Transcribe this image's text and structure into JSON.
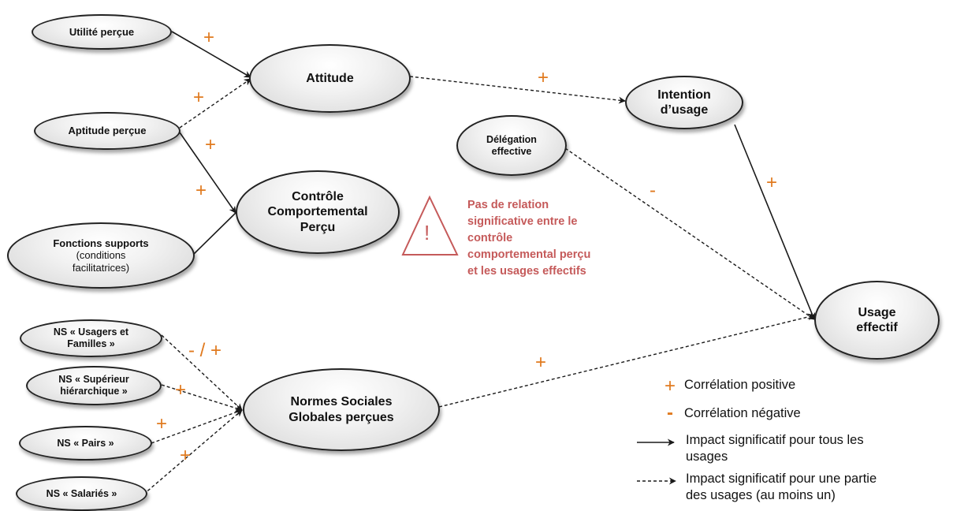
{
  "nodes": {
    "utilite": "Utilité perçue",
    "aptitude": "Aptitude perçue",
    "fonctions_title": "Fonctions supports",
    "fonctions_sub": "(conditions\nfacilitatrices)",
    "attitude": "Attitude",
    "controle": "Contrôle\nComportemental\nPerçu",
    "intention": "Intention\nd’usage",
    "delegation": "Délégation\neffective",
    "usage": "Usage\neffectif",
    "normes": "Normes Sociales\nGlobales perçues",
    "ns_usagers": "NS « Usagers et\nFamilles »",
    "ns_superieur": "NS « Supérieur\nhiérarchique »",
    "ns_pairs": "NS « Pairs »",
    "ns_salaries": "NS « Salariés »"
  },
  "signs": {
    "utilite_attitude": "+",
    "aptitude_attitude": "+",
    "aptitude_controle": "+",
    "fonctions_controle": "+",
    "attitude_intention": "+",
    "delegation_usage": "-",
    "intention_usage": "+",
    "usagers_normes": "- / +",
    "superieur_normes": "+",
    "pairs_normes": "+",
    "salaries_normes": "+",
    "normes_usage": "+"
  },
  "warning": {
    "icon": "!",
    "text": "Pas de relation\nsignificative entre le\ncontrôle\ncomportemental perçu\net les usages effectifs"
  },
  "legend": {
    "plus_symbol": "+",
    "plus_label": "Corrélation positive",
    "minus_symbol": "-",
    "minus_label": "Corrélation négative",
    "solid_label": "Impact significatif pour tous les\nusages",
    "dashed_label": "Impact significatif pour une partie\ndes usages (au moins un)"
  },
  "colors": {
    "sign": "#e07a1f",
    "warning": "#c55a5a",
    "line": "#1a1a1a"
  }
}
